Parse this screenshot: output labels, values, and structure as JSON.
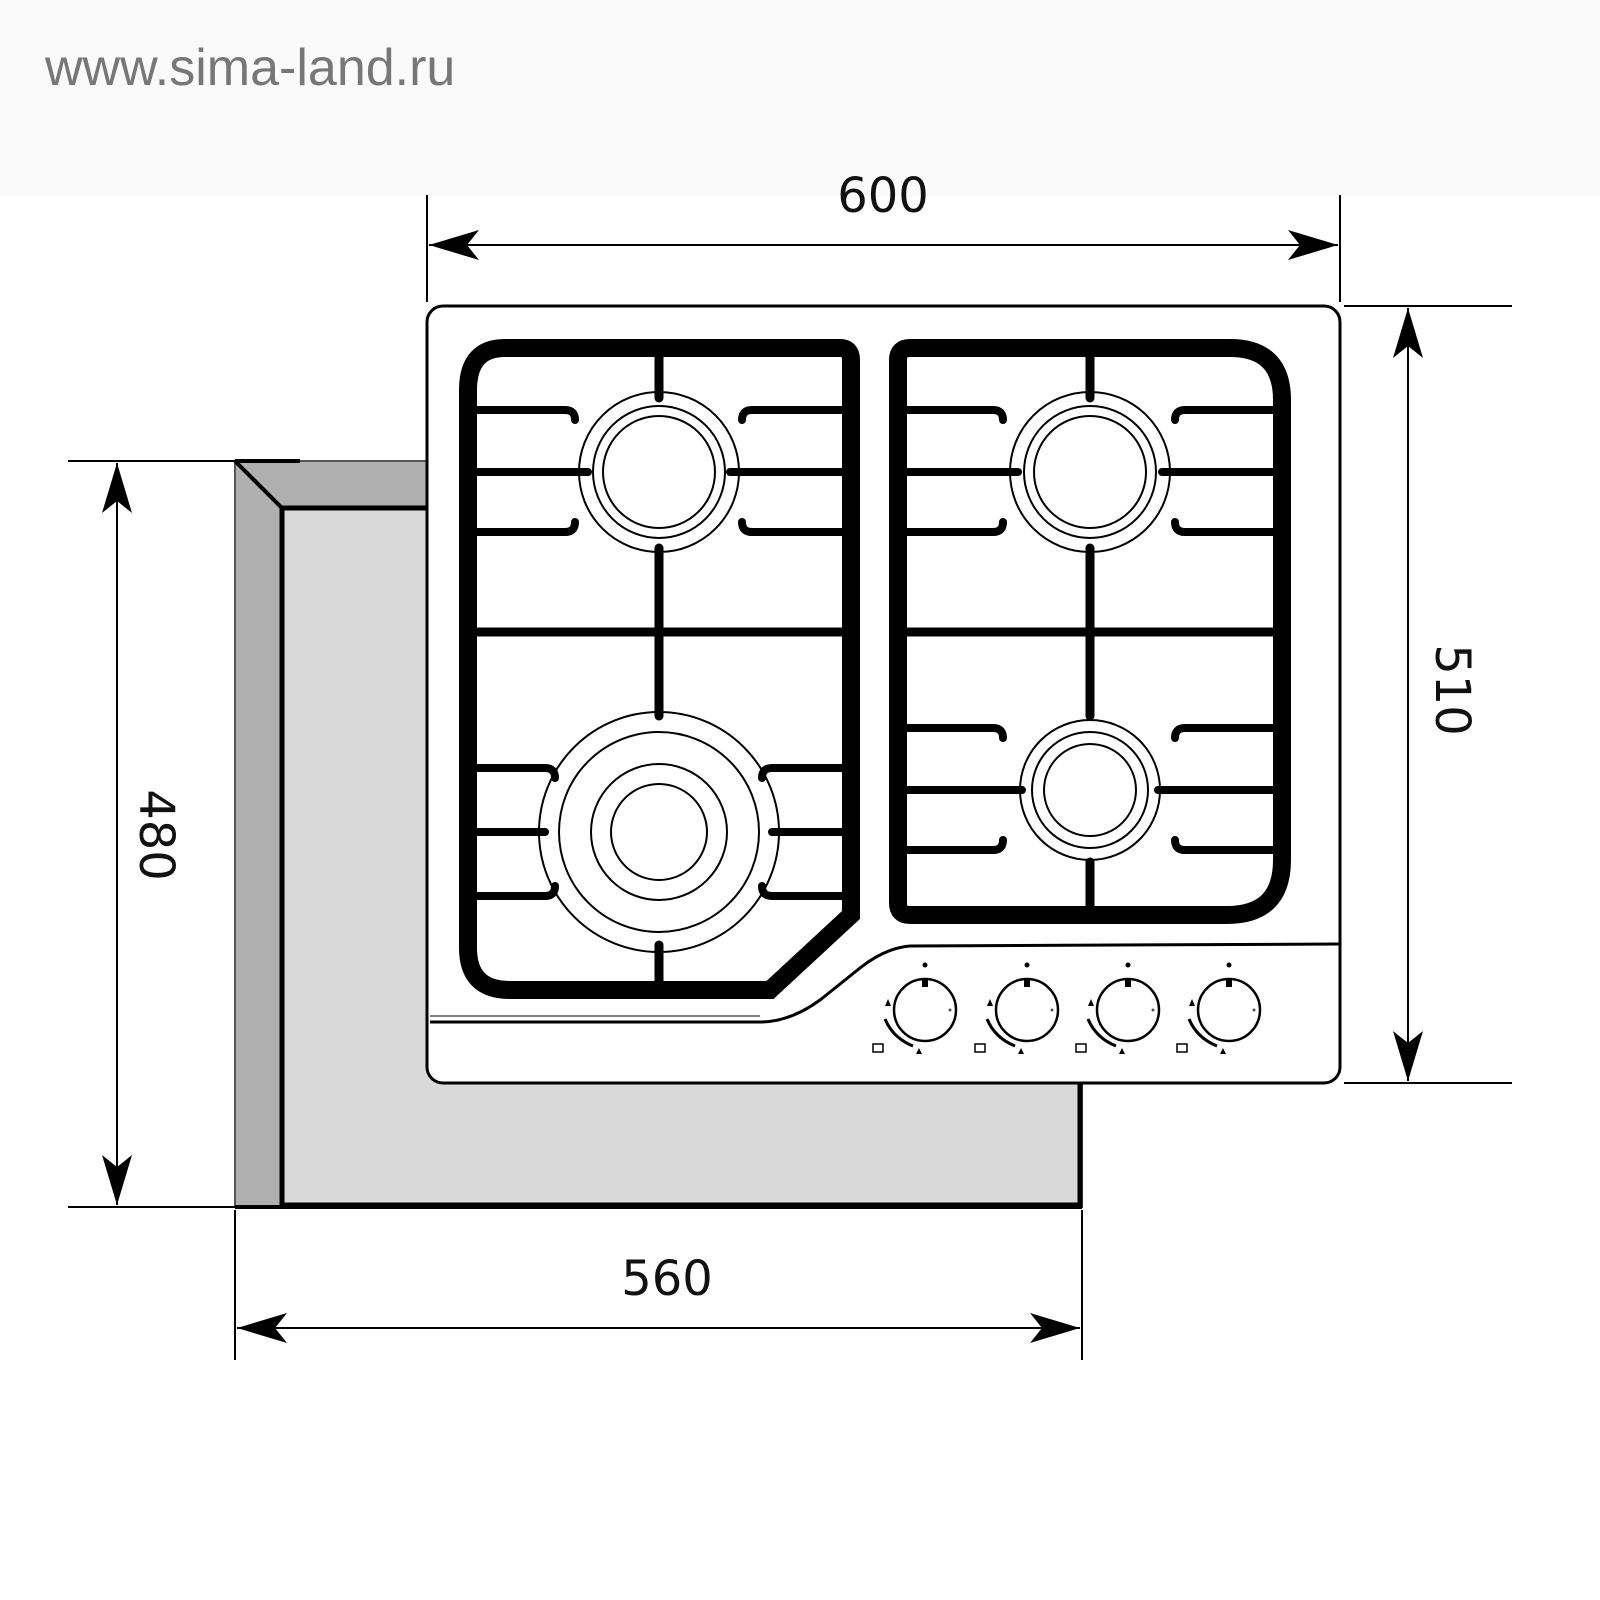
{
  "watermark": "www.sima-land.ru",
  "dimensions": {
    "hob_width": "600",
    "hob_depth": "510",
    "cutout_width": "560",
    "cutout_depth": "480"
  },
  "burners": 4,
  "knobs": 4,
  "colors": {
    "cutout_frame": "#b0b0b0",
    "cutout_inner": "#d9d9d9",
    "line": "#000000"
  }
}
